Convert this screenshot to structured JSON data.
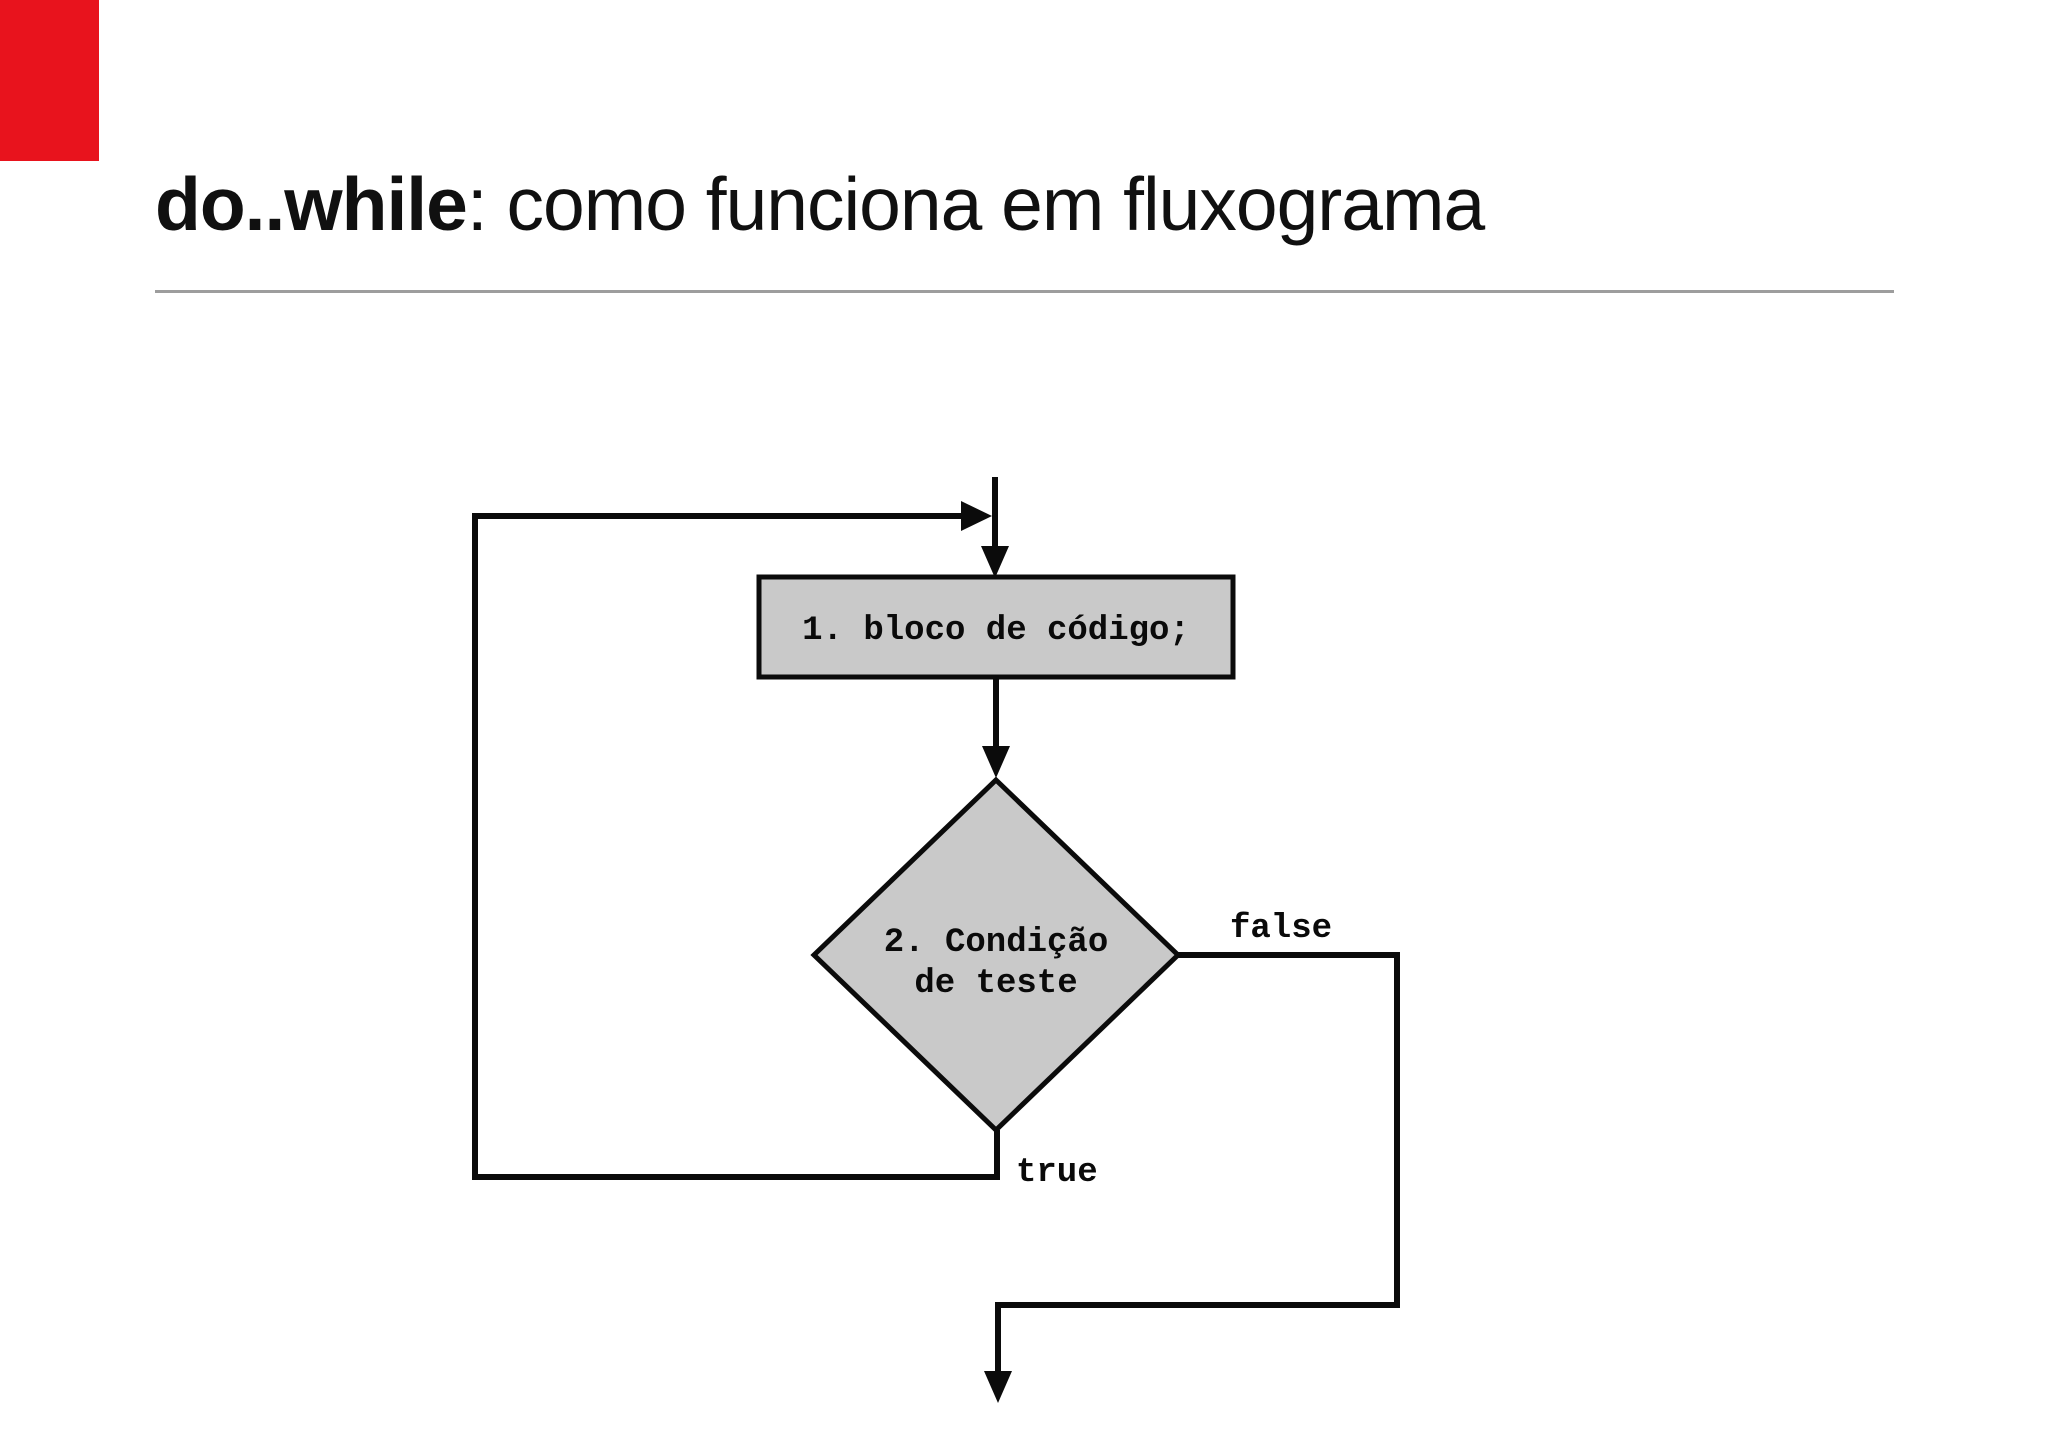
{
  "slide": {
    "title": {
      "keyword": "do..while",
      "rest": ": como funciona em fluxograma"
    },
    "accent_color": "#e8131d",
    "background_color": "#ffffff",
    "divider_color": "#9d9d9d"
  },
  "flowchart": {
    "type": "flowchart",
    "shape_fill": "#c9c9c9",
    "line_color": "#0b0b0b",
    "labels": {
      "process": "1. bloco de código;",
      "decision_line1": "2. Condição",
      "decision_line2": "de teste",
      "true_branch": "true",
      "false_branch": "false"
    },
    "nodes": [
      {
        "id": "process",
        "shape": "rectangle",
        "label": "1. bloco de código;"
      },
      {
        "id": "decision",
        "shape": "diamond",
        "label": "2. Condição de teste"
      }
    ],
    "edges": [
      {
        "from": "entry",
        "to": "process",
        "label": ""
      },
      {
        "from": "process",
        "to": "decision",
        "label": ""
      },
      {
        "from": "decision",
        "to": "process",
        "label": "true"
      },
      {
        "from": "decision",
        "to": "exit",
        "label": "false"
      }
    ]
  }
}
